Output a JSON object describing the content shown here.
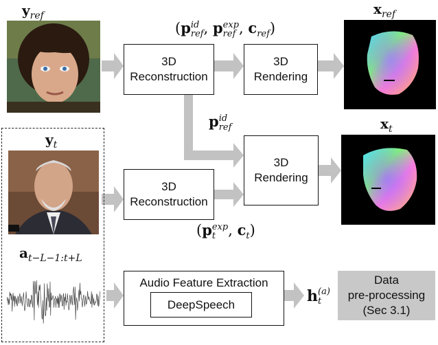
{
  "labels": {
    "y_ref": "y",
    "y_ref_sub": "ref",
    "y_t": "y",
    "y_t_sub": "t",
    "x_ref": "x",
    "x_ref_sub": "ref",
    "x_t": "x",
    "x_t_sub": "t",
    "audio": "a",
    "audio_sub": "t−L−1:t+L",
    "h": "h",
    "h_sup": "(a)",
    "h_sub": "t",
    "p_ref_id": "p",
    "p_ref_id_sup": "id",
    "p_ref_id_sub": "ref",
    "params_ref": "(p^id_ref, p^exp_ref, c_ref)",
    "params_t": "(p^exp_t, c_t)"
  },
  "boxes": {
    "recon1_line1": "3D",
    "recon1_line2": "Reconstruction",
    "render1_line1": "3D",
    "render1_line2": "Rendering",
    "render2_line1": "3D",
    "render2_line2": "Rendering",
    "recon2_line1": "3D",
    "recon2_line2": "Reconstruction",
    "audio_title": "Audio Feature Extraction",
    "deepspeech": "DeepSpeech",
    "data_line1": "Data",
    "data_line2": "pre-processing",
    "data_line3": "(Sec 3.1)"
  },
  "colors": {
    "arrow": "#c2c2c2",
    "data_box": "#c8c8c8"
  }
}
